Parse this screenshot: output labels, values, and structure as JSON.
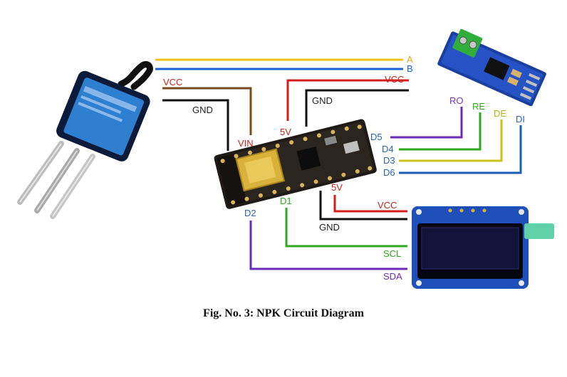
{
  "caption": "Fig. No. 3: NPK Circuit Diagram",
  "colors": {
    "yellow": "#f2c21b",
    "blue": "#1f5fd6",
    "brown": "#7a4b1c",
    "black": "#111111",
    "red": "#d11f1f",
    "purple": "#6a2bb8",
    "green": "#2ea81f",
    "olive": "#c9c21a",
    "dblue": "#1c5db8",
    "label_blue": "#2b63b8"
  },
  "labels": {
    "a": "A",
    "b": "B",
    "vcc_sensor": "VCC",
    "gnd_sensor": "GND",
    "vin": "VIN",
    "vcc_rs485": "VCC",
    "gnd_rs485": "GND",
    "fivev_top": "5V",
    "ro": "RO",
    "re": "RE",
    "de": "DE",
    "di": "DI",
    "d5": "D5",
    "d4": "D4",
    "d3": "D3",
    "d6": "D6",
    "fivev_bottom": "5V",
    "vcc_oled": "VCC",
    "gnd_oled": "GND",
    "d2": "D2",
    "d1": "D1",
    "scl": "SCL",
    "sda": "SDA"
  },
  "icons": {
    "npk_sensor": "soil-npk-sensor-probe",
    "nodemcu": "nodemcu-esp8266-board",
    "rs485": "max485-rs485-module",
    "oled": "oled-display-module"
  }
}
